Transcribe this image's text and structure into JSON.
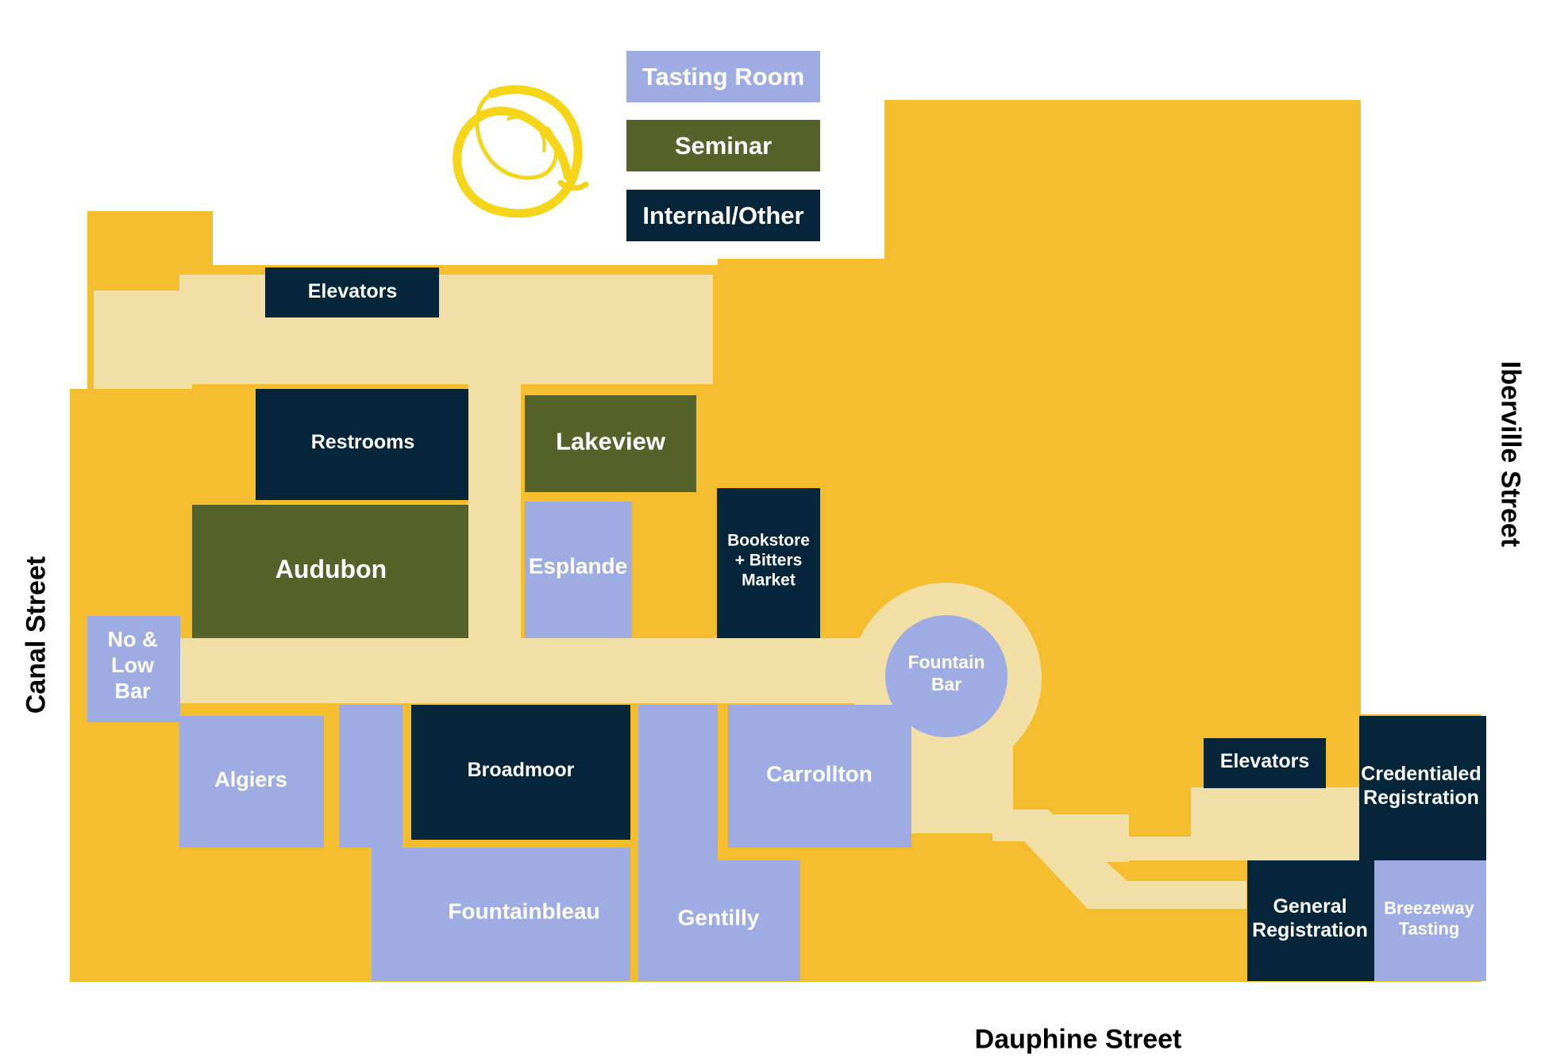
{
  "colors": {
    "tasting_room": "#9fabe3",
    "seminar": "#55632b",
    "internal_other": "#05263a",
    "building": "#f4bd2e",
    "corridor": "#f2dfa5",
    "logo": "#f5d518",
    "tasting_text": "#ffffff",
    "dark_text": "#ffffff"
  },
  "legend": {
    "tasting_room": "Tasting Room",
    "seminar": "Seminar",
    "internal_other": "Internal/Other"
  },
  "streets": {
    "canal": "Canal Street",
    "iberville": "Iberville Street",
    "dauphine": "Dauphine Street"
  },
  "rooms": {
    "elevators_top": [
      "Elevators"
    ],
    "restrooms": [
      "Restrooms"
    ],
    "lakeview": [
      "Lakeview"
    ],
    "audubon": [
      "Audubon"
    ],
    "esplande": [
      "Esplande"
    ],
    "bookstore": [
      "Bookstore",
      "+ Bitters",
      "Market"
    ],
    "fountain_bar": [
      "Fountain",
      "Bar"
    ],
    "no_low_bar": [
      "No &",
      "Low",
      "Bar"
    ],
    "algiers": [
      "Algiers"
    ],
    "broadmoor": [
      "Broadmoor"
    ],
    "carrollton": [
      "Carrollton"
    ],
    "fountainbleau": [
      "Fountainbleau"
    ],
    "gentilly": [
      "Gentilly"
    ],
    "elevators_right": [
      "Elevators"
    ],
    "credentialed_registration": [
      "Credentialed",
      "Registration"
    ],
    "general_registration": [
      "General",
      "Registration"
    ],
    "breezeway_tasting": [
      "Breezeway",
      "Tasting"
    ]
  },
  "room_categories": {
    "elevators_top": "internal_other",
    "restrooms": "internal_other",
    "lakeview": "seminar",
    "audubon": "seminar",
    "esplande": "tasting_room",
    "bookstore": "internal_other",
    "fountain_bar": "tasting_room",
    "no_low_bar": "tasting_room",
    "algiers": "tasting_room",
    "broadmoor": "internal_other",
    "carrollton": "tasting_room",
    "fountainbleau": "tasting_room",
    "gentilly": "tasting_room",
    "elevators_right": "internal_other",
    "credentialed_registration": "internal_other",
    "general_registration": "internal_other",
    "breezeway_tasting": "tasting_room"
  },
  "icons": {
    "logo": "swirl-logo-icon"
  }
}
